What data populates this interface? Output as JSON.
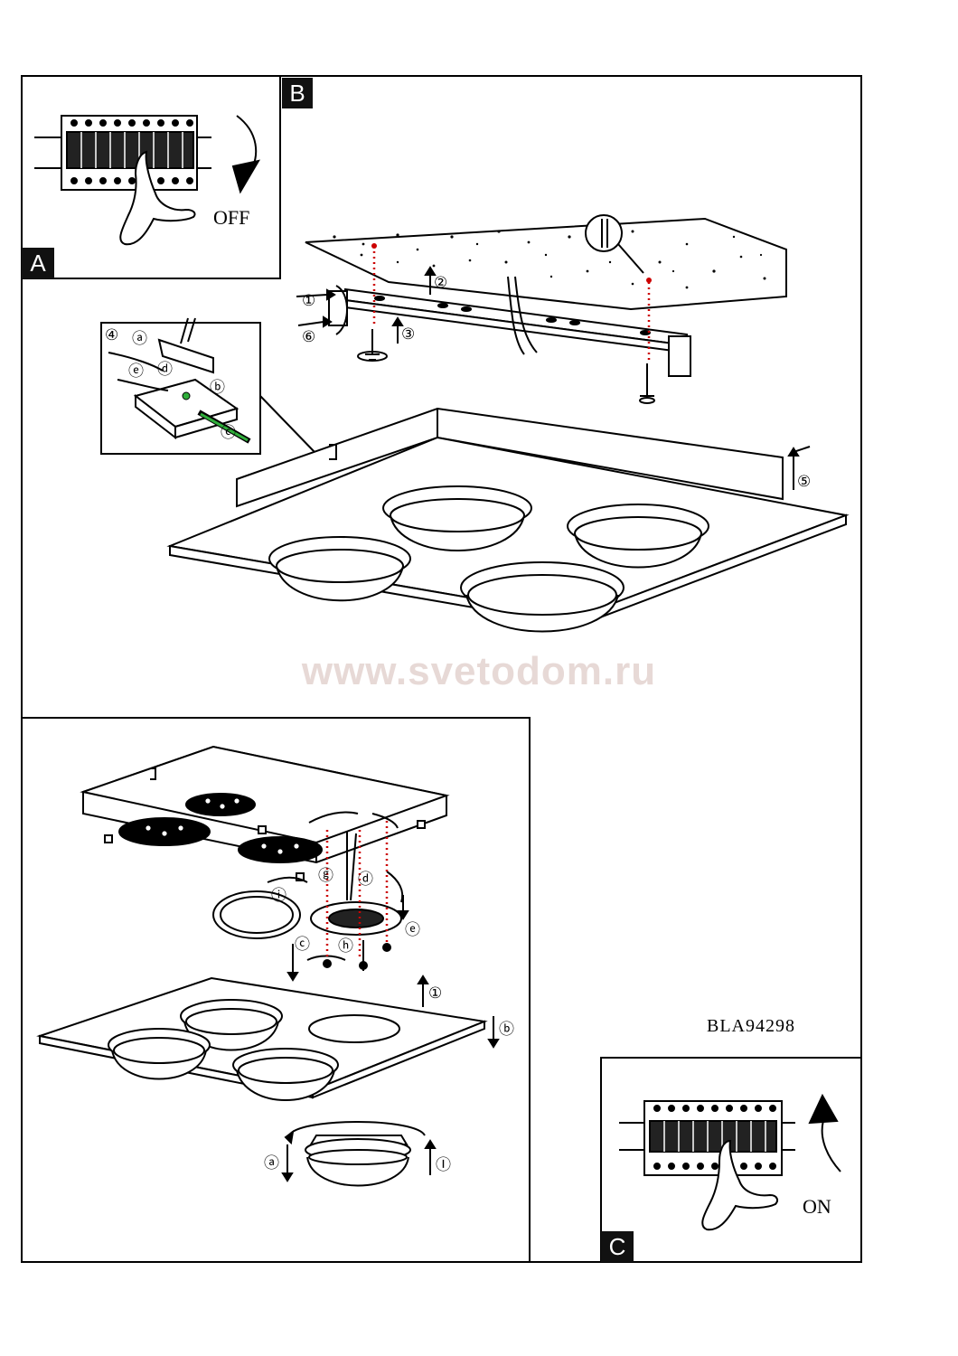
{
  "panels": {
    "a_label": "A",
    "b_label": "B",
    "c_label": "C",
    "off_text": "OFF",
    "on_text": "ON"
  },
  "watermark": "www.svetodom.ru",
  "model_code": "BLA94298",
  "steps": {
    "top": [
      "①",
      "②",
      "③",
      "④",
      "⑤",
      "⑥"
    ],
    "wiring": [
      "ⓐ",
      "ⓑ",
      "ⓒ",
      "ⓓ",
      "ⓔ"
    ],
    "bottom": [
      "ⓐ",
      "ⓑ",
      "ⓒ",
      "ⓓ",
      "ⓔ",
      "ⓖ",
      "ⓗ",
      "ⓘ",
      "Ⓘ",
      "①"
    ]
  },
  "colors": {
    "line": "#000000",
    "dotted_guide": "#cc0000",
    "wire_highlight": "#2fae3a",
    "watermark": "#e7d9d6"
  }
}
